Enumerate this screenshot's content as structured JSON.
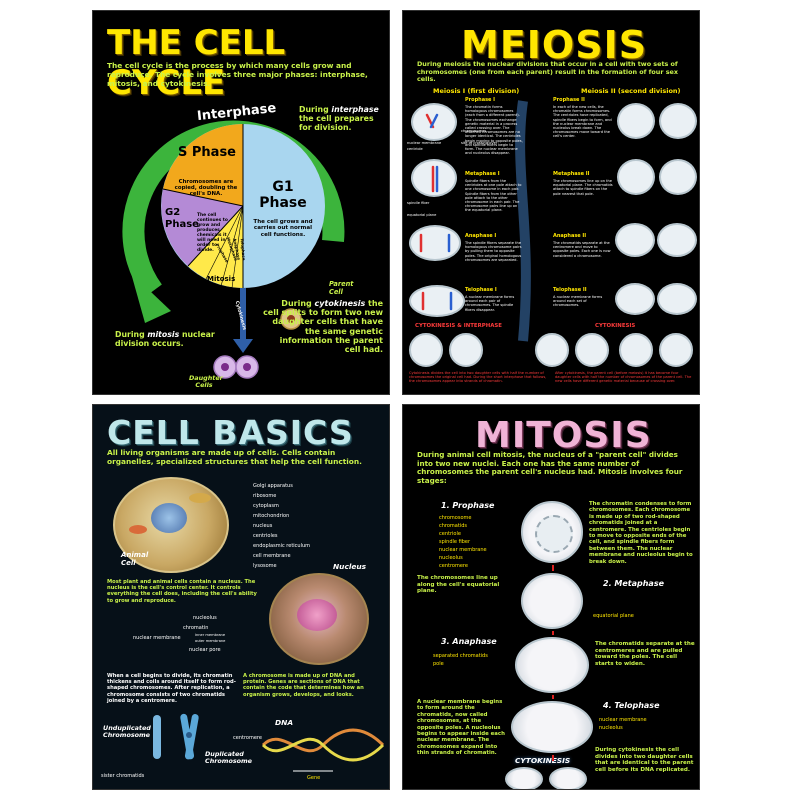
{
  "colors": {
    "poster_bg": "#000000",
    "title_yellow": "#ffe600",
    "accent_green": "#c9f24a",
    "interphase_green": "#3cb43c",
    "s_phase": "#f2a81c",
    "g1_phase": "#a9d6ef",
    "g2_phase": "#b48ad6",
    "mitosis": "#ffe94a",
    "cell_basics_title": "#bfe7ea",
    "mitosis_title": "#f0b3d6",
    "red_accent": "#ff3b3b"
  },
  "cell_cycle": {
    "title": "THE CELL CYCLE",
    "intro": "The cell cycle is the process by which many cells grow and reproduce. The cycle involves three major phases: interphase, mitosis, and cytokinesis.",
    "interphase_label": "Interphase",
    "interphase_note_pre": "During ",
    "interphase_note_em": "interphase",
    "interphase_note_post": " the cell prepares for division.",
    "s_phase_title": "S Phase",
    "s_phase_text": "Chromosomes are copied, doubling the cell's DNA.",
    "g1_title": "G1 Phase",
    "g1_text": "The cell grows and carries out normal cell functions.",
    "g2_title": "G2 Phase",
    "g2_text": "The cell continues to grow and produces chemicals it will need in order to divide.",
    "mitosis_label": "Mitosis",
    "substages": [
      "Prophase",
      "Metaphase",
      "Anaphase",
      "Telophase"
    ],
    "cytokinesis_label": "Cytokinesis",
    "parent_cell_label": "Parent Cell",
    "mitosis_note_pre": "During ",
    "mitosis_note_em": "mitosis",
    "mitosis_note_post": " nuclear division occurs.",
    "cytokinesis_note_pre": "During ",
    "cytokinesis_note_em": "cytokinesis",
    "cytokinesis_note_post": " the cell splits to form two new daughter cells that have the same genetic information the parent cell had.",
    "daughter_label": "Daughter Cells"
  },
  "meiosis": {
    "title": "MEIOSIS",
    "intro": "During meiosis the nuclear divisions that occur in a cell with two sets of chromosomes (one from each parent) result in the formation of four sex cells.",
    "meiosis1_head": "Meiosis I (first division)",
    "meiosis2_head": "Meiosis II (second division)",
    "stages_1": [
      {
        "name": "Prophase I",
        "text": "The chromatin forms homologous chromosomes (each from a different parent). The chromosomes exchange genetic material in a process called crossing over. The attached chromosomes are no longer identical. The centrioles begin moving to opposite poles, and spindle fibers begin to form. The nuclear membrane and nucleolus disappear."
      },
      {
        "name": "Metaphase I",
        "text": "Spindle fibers from the centrioles at one pole attach to one chromosome in each pair. Spindle fibers from the other pole attach to the other chromosome in each pair. The chromosome pairs line up on the equatorial plane."
      },
      {
        "name": "Anaphase I",
        "text": "The spindle fibers separate the homologous chromosome pairs by pulling them to opposite poles. The original homologous chromosomes are separated."
      },
      {
        "name": "Telophase I",
        "text": "A nuclear membrane forms around each pair of chromosomes. The spindle fibers disappear."
      }
    ],
    "stages_2": [
      {
        "name": "Prophase II",
        "text": "In each of the new cells, the chromatin forms chromosomes. The centrioles have replicated, spindle fibers begin to form, and the nuclear membrane and nucleolus break down. The chromosomes move toward the cell's center."
      },
      {
        "name": "Metaphase II",
        "text": "The chromosomes line up on the equatorial plane. The chromatids attach to spindle fibers on the pole nearest that pole."
      },
      {
        "name": "Anaphase II",
        "text": "The chromatids separate at the centromere and move to opposite poles. Each one is now considered a chromosome."
      },
      {
        "name": "Telophase II",
        "text": "A nuclear membrane forms around each set of chromosomes."
      }
    ],
    "left_labels": [
      "nuclear membrane",
      "centriole",
      "chromosomes",
      "site of crossing over",
      "spindle fiber",
      "equatorial plane"
    ],
    "cytokinesis_interphase": "CYTOKINESIS & INTERPHASE",
    "cytokinesis": "CYTOKINESIS",
    "bottom_left": "Cytokinesis divides the cell into two daughter cells with half the number of chromosomes the original cell had. During the short interphase that follows, the chromosomes appear into strands of chromatin.",
    "bottom_right": "After cytokinesis, the parent cell (before meiosis) it has become four daughter cells with half the number of chromosomes of the parent cell. The new cells have different genetic material because of crossing over."
  },
  "cell_basics": {
    "title": "CELL BASICS",
    "intro": "All living organisms are made up of cells. Cells contain organelles, specialized structures that help the cell function.",
    "organelles": [
      "Golgi apparatus",
      "ribosome",
      "cytoplasm",
      "mitochondrion",
      "nucleus",
      "centrioles",
      "endoplasmic reticulum",
      "cell membrane",
      "lysosome"
    ],
    "animal_cell_label": "Animal Cell",
    "nucleus_label": "Nucleus",
    "nucleus_text": "Most plant and animal cells contain a nucleus. The nucleus is the cell's control center. It controls everything the cell does, including the cell's ability to grow and reproduce.",
    "nucleus_parts": [
      "nucleolus",
      "chromatin",
      "nuclear membrane",
      "nuclear pore"
    ],
    "membrane_sub": [
      "inner membrane",
      "outer membrane"
    ],
    "divide_text": "When a cell begins to divide, its chromatin thickens and coils around itself to form rod-shaped chromosomes. After replication, a chromosome consists of two chromatids joined by a centromere.",
    "gene_text": "A chromosome is made up of DNA and protein. Genes are sections of DNA that contain the code that determines how an organism grows, develops, and looks.",
    "dna_label": "DNA",
    "unduplicated_label": "Unduplicated Chromosome",
    "duplicated_label": "Duplicated Chromosome",
    "centromere_label": "centromere",
    "sister_label": "sister chromatids",
    "gene_label": "Gene"
  },
  "mitosis": {
    "title": "MITOSIS",
    "intro": "During animal cell mitosis, the nucleus of a \"parent cell\" divides into two new nuclei. Each one has the same number of chromosomes the parent cell's nucleus had. Mitosis involves four stages:",
    "prophase_head": "1. Prophase",
    "prophase_labels": [
      "chromosome",
      "chromatids",
      "centriole",
      "spindle fiber",
      "nuclear membrane",
      "nucleolus",
      "centromere"
    ],
    "prophase_text": "The chromatin condenses to form chromosomes. Each chromosome is made up of two rod-shaped chromatids joined at a centromere. The centrioles begin to move to opposite ends of the cell, and spindle fibers form between them. The nuclear membrane and nucleolus begin to break down.",
    "metaphase_text": "The chromosomes line up along the cell's equatorial plane.",
    "metaphase_head": "2. Metaphase",
    "equatorial_label": "equatorial plane",
    "anaphase_head": "3. Anaphase",
    "anaphase_labels": [
      "separated chromatids",
      "pole"
    ],
    "anaphase_text": "The chromatids separate at the centromeres and are pulled toward the poles. The cell starts to widen.",
    "telophase_text": "A nuclear membrane begins to form around the chromatids, now called chromosomes, at the opposite poles. A nucleolus begins to appear inside each nuclear membrane. The chromosomes expand into thin strands of chromatin.",
    "telophase_head": "4. Telophase",
    "telophase_labels": [
      "nuclear membrane",
      "nucleolus"
    ],
    "cytokinesis_head": "CYTOKINESIS",
    "cytokinesis_text": "During cytokinesis the cell divides into two daughter cells that are identical to the parent cell before its DNA replicated."
  }
}
